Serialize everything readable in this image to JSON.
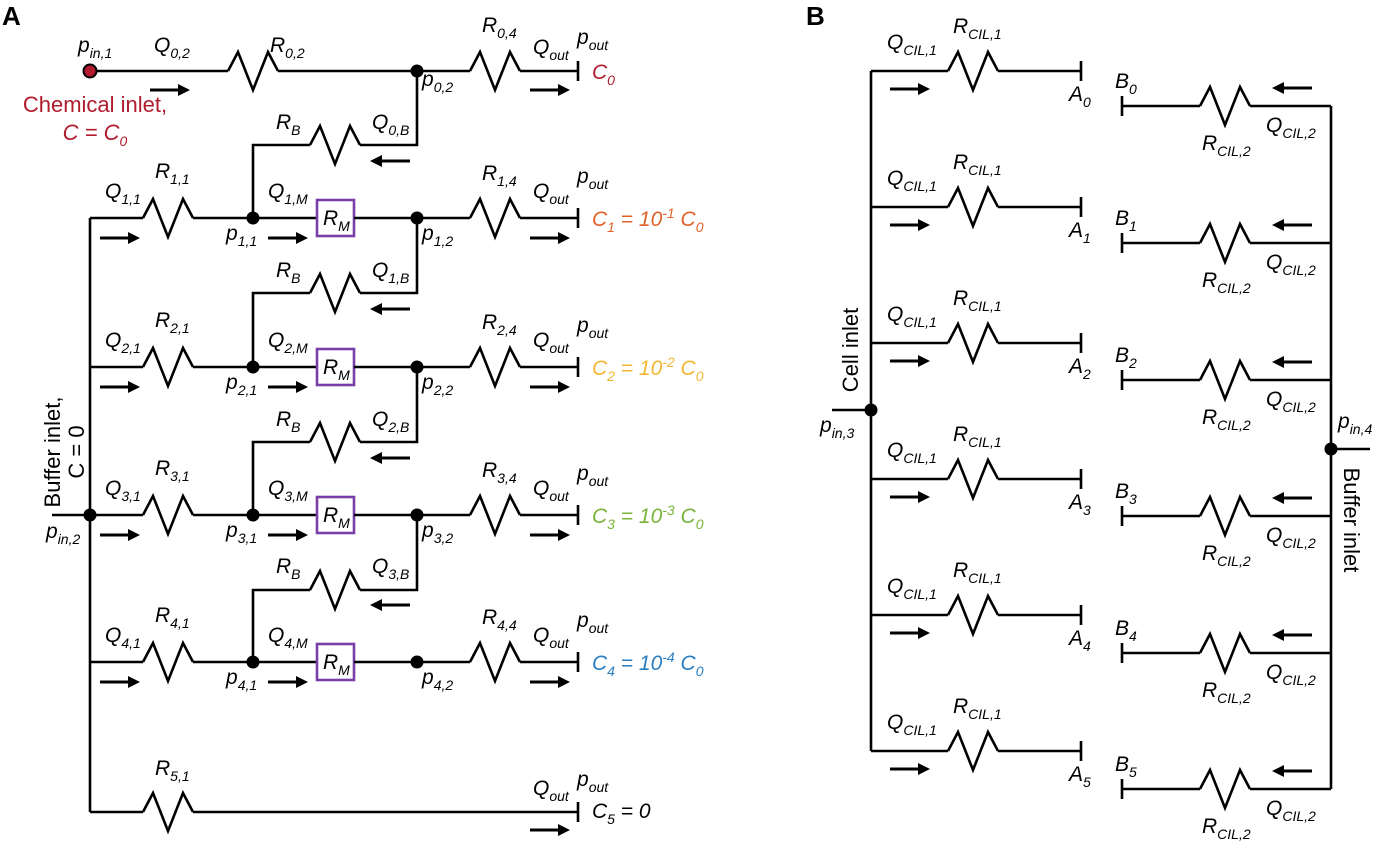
{
  "panels": {
    "a": "A",
    "b": "B"
  },
  "inlets": {
    "chemical_line1": "Chemical inlet,",
    "chemical_line2_main": "C = C",
    "chemical_line2_sub": "0",
    "buffer_a_line1": "Buffer inlet,",
    "buffer_a_line2": "C = 0",
    "cell_b": "Cell inlet",
    "buffer_b": "Buffer inlet"
  },
  "pressures": {
    "pin1": {
      "main": "p",
      "sub": "in,1"
    },
    "pin2": {
      "main": "p",
      "sub": "in,2"
    },
    "pin3": {
      "main": "p",
      "sub": "in,3"
    },
    "pin4": {
      "main": "p",
      "sub": "in,4"
    },
    "pout": {
      "main": "p",
      "sub": "out"
    },
    "p02": {
      "main": "p",
      "sub": "0,2"
    },
    "p11": {
      "main": "p",
      "sub": "1,1"
    },
    "p12": {
      "main": "p",
      "sub": "1,2"
    },
    "p21": {
      "main": "p",
      "sub": "2,1"
    },
    "p22": {
      "main": "p",
      "sub": "2,2"
    },
    "p31": {
      "main": "p",
      "sub": "3,1"
    },
    "p32": {
      "main": "p",
      "sub": "3,2"
    },
    "p41": {
      "main": "p",
      "sub": "4,1"
    },
    "p42": {
      "main": "p",
      "sub": "4,2"
    }
  },
  "resistors_a": {
    "R02": {
      "main": "R",
      "sub": "0,2"
    },
    "R04": {
      "main": "R",
      "sub": "0,4"
    },
    "RB": {
      "main": "R",
      "sub": "B"
    },
    "RM": {
      "main": "R",
      "sub": "M"
    },
    "R11": {
      "main": "R",
      "sub": "1,1"
    },
    "R14": {
      "main": "R",
      "sub": "1,4"
    },
    "R21": {
      "main": "R",
      "sub": "2,1"
    },
    "R24": {
      "main": "R",
      "sub": "2,4"
    },
    "R31": {
      "main": "R",
      "sub": "3,1"
    },
    "R34": {
      "main": "R",
      "sub": "3,4"
    },
    "R41": {
      "main": "R",
      "sub": "4,1"
    },
    "R44": {
      "main": "R",
      "sub": "4,4"
    },
    "R51": {
      "main": "R",
      "sub": "5,1"
    }
  },
  "flows_a": {
    "Q02": {
      "main": "Q",
      "sub": "0,2"
    },
    "Q0B": {
      "main": "Q",
      "sub": "0,B"
    },
    "Qout": {
      "main": "Q",
      "sub": "out"
    },
    "Q11": {
      "main": "Q",
      "sub": "1,1"
    },
    "Q1M": {
      "main": "Q",
      "sub": "1,M"
    },
    "Q1B": {
      "main": "Q",
      "sub": "1,B"
    },
    "Q21": {
      "main": "Q",
      "sub": "2,1"
    },
    "Q2M": {
      "main": "Q",
      "sub": "2,M"
    },
    "Q2B": {
      "main": "Q",
      "sub": "2,B"
    },
    "Q31": {
      "main": "Q",
      "sub": "3,1"
    },
    "Q3M": {
      "main": "Q",
      "sub": "3,M"
    },
    "Q3B": {
      "main": "Q",
      "sub": "3,B"
    },
    "Q41": {
      "main": "Q",
      "sub": "4,1"
    },
    "Q4M": {
      "main": "Q",
      "sub": "4,M"
    }
  },
  "concentrations": [
    {
      "label": "C",
      "sub": "0",
      "rest": "",
      "color": "#b01c2e"
    },
    {
      "label": "C",
      "sub": "1",
      "rest": " = 10",
      "exp": "-1",
      "tail": " C",
      "tailsub": "0",
      "color": "#e0622a"
    },
    {
      "label": "C",
      "sub": "2",
      "rest": " = 10",
      "exp": "-2",
      "tail": " C",
      "tailsub": "0",
      "color": "#f2b632"
    },
    {
      "label": "C",
      "sub": "3",
      "rest": " = 10",
      "exp": "-3",
      "tail": " C",
      "tailsub": "0",
      "color": "#7ab33a"
    },
    {
      "label": "C",
      "sub": "4",
      "rest": " = 10",
      "exp": "-4",
      "tail": " C",
      "tailsub": "0",
      "color": "#2a7ec0"
    },
    {
      "label": "C",
      "sub": "5",
      "rest": " = 0",
      "color": "#000000"
    }
  ],
  "panel_b": {
    "rcil1": {
      "main": "R",
      "sub": "CIL,1"
    },
    "rcil2": {
      "main": "R",
      "sub": "CIL,2"
    },
    "qcil1": {
      "main": "Q",
      "sub": "CIL,1"
    },
    "qcil2": {
      "main": "Q",
      "sub": "CIL,2"
    },
    "a_labels": [
      "0",
      "1",
      "2",
      "3",
      "4",
      "5"
    ],
    "b_labels": [
      "0",
      "1",
      "2",
      "3",
      "4",
      "5"
    ],
    "a_main": "A",
    "b_main": "B"
  },
  "colors": {
    "chemical": "#b01c2e",
    "rm_box": "#7a3fa6",
    "wire": "#000000"
  }
}
